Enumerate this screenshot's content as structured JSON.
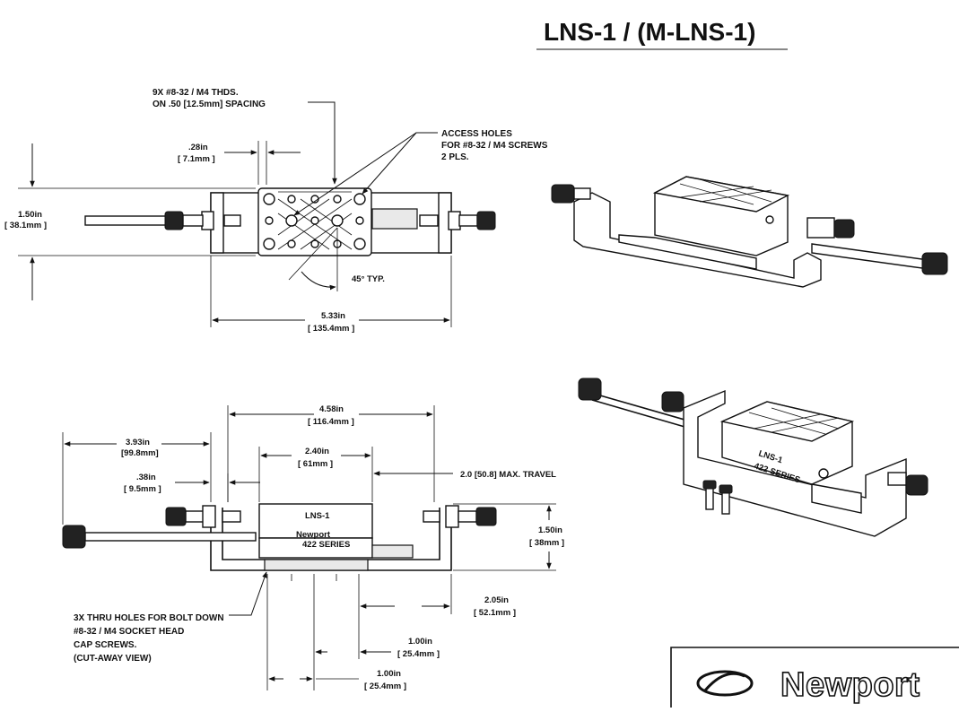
{
  "title": "LNS-1 / (M-LNS-1)",
  "brand": {
    "name": "Newport",
    "stage_model": "LNS-1",
    "series": "422 SERIES"
  },
  "top_view": {
    "thread_note": [
      "9X #8-32 / M4 THDS.",
      "ON .50 [12.5mm] SPACING"
    ],
    "access_note": [
      "ACCESS HOLES",
      "FOR #8-32 / M4 SCREWS",
      "2 PLS."
    ],
    "dim_028": {
      "in": ".28in",
      "mm": "[ 7.1mm ]"
    },
    "dim_150": {
      "in": "1.50in",
      "mm": "[ 38.1mm ]"
    },
    "angle": "45° TYP.",
    "dim_533": {
      "in": "5.33in",
      "mm": "[ 135.4mm ]"
    }
  },
  "side_view": {
    "dim_458": {
      "in": "4.58in",
      "mm": "[ 116.4mm ]"
    },
    "dim_393": {
      "in": "3.93in",
      "mm": "[99.8mm]"
    },
    "dim_240": {
      "in": "2.40in",
      "mm": "[ 61mm ]"
    },
    "dim_038": {
      "in": ".38in",
      "mm": "[ 9.5mm ]"
    },
    "travel": "2.0 [50.8] MAX. TRAVEL",
    "dim_150": {
      "in": "1.50in",
      "mm": "[ 38mm ]"
    },
    "dim_205": {
      "in": "2.05in",
      "mm": "[ 52.1mm ]"
    },
    "dim_100a": {
      "in": "1.00in",
      "mm": "[ 25.4mm ]"
    },
    "dim_100b": {
      "in": "1.00in",
      "mm": "[ 25.4mm ]"
    },
    "bolt_note": [
      "3X THRU HOLES FOR BOLT DOWN",
      "#8-32 / M4 SOCKET HEAD",
      "CAP SCREWS.",
      "(CUT-AWAY VIEW)"
    ]
  },
  "logo": {
    "text": "Newport"
  }
}
